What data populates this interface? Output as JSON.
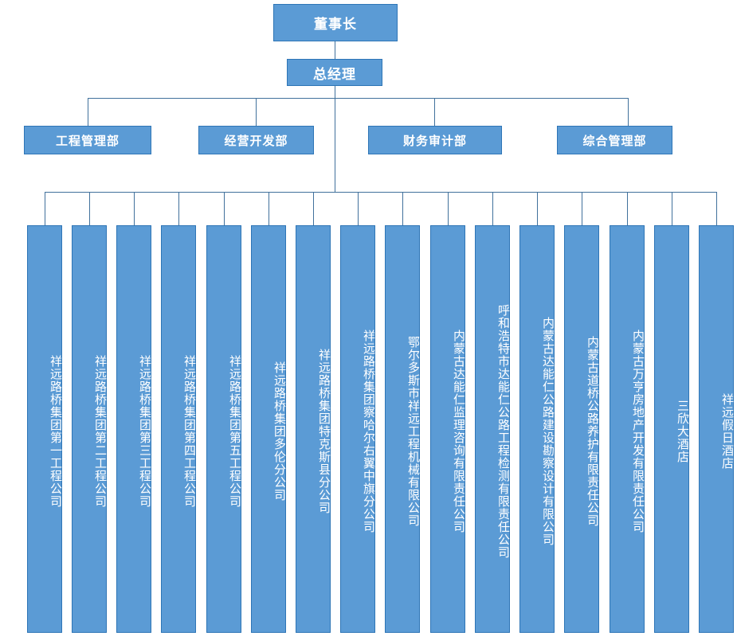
{
  "chart_title": "",
  "colors": {
    "box_fill": "#5B9BD5",
    "box_border": "#2E75B6",
    "connector": "#41719C",
    "text": "#FFFFFF",
    "background": "#FFFFFF"
  },
  "levels": {
    "chairman": {
      "label": "董事长"
    },
    "general_manager": {
      "label": "总经理"
    },
    "departments": [
      {
        "label": "工程管理部"
      },
      {
        "label": "经营开发部"
      },
      {
        "label": "财务审计部"
      },
      {
        "label": "综合管理部"
      }
    ],
    "subsidiaries": [
      {
        "label": "祥远路桥集团第一工程公司"
      },
      {
        "label": "祥远路桥集团第二工程公司"
      },
      {
        "label": "祥远路桥集团第三工程公司"
      },
      {
        "label": "祥远路桥集团第四工程公司"
      },
      {
        "label": "祥远路桥集团第五工程公司"
      },
      {
        "label": "祥远路桥集团多伦分公司"
      },
      {
        "label": "祥远路桥集团特克斯县分公司"
      },
      {
        "label": "祥远路桥集团察哈尔右翼中旗分公司"
      },
      {
        "label": "鄂尔多斯市祥远工程机械有限公司"
      },
      {
        "label": "内蒙古达能仁监理咨询有限责任公司"
      },
      {
        "label": "呼和浩特市达能仁公路工程检测有限责任公司"
      },
      {
        "label": "内蒙古达能仁公路建设勘察设计有限公司"
      },
      {
        "label": "内蒙古道桥公路养护有限责任公司"
      },
      {
        "label": "内蒙古万亨房地产开发有限责任公司"
      },
      {
        "label": "三欣大酒店"
      },
      {
        "label": "祥远假日酒店"
      }
    ]
  }
}
